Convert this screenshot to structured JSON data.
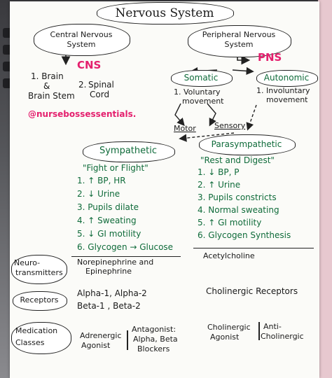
{
  "title": "Nervous System",
  "cns": {
    "label_line1": "Central Nervous",
    "label_line2": "System",
    "abbr": "CNS",
    "brain_num": "1. Brain",
    "brain_and": "&",
    "brain_stem": "Brain Stem",
    "spinal_num": "2.",
    "spinal_1": "Spinal",
    "spinal_2": "Cord"
  },
  "pns": {
    "label_line1": "Peripheral Nervous",
    "label_line2": "System",
    "abbr": "PNS"
  },
  "watermark": "@nursebossessentials.",
  "somatic": {
    "label": "Somatic",
    "item_1": "1. Voluntary",
    "item_2": "movement"
  },
  "autonomic": {
    "label": "Autonomic",
    "item_1": "1. Involuntary",
    "item_2": "movement"
  },
  "motor": "Motor",
  "sensory": "Sensory",
  "sympathetic": {
    "label": "Sympathetic",
    "subtitle": "\"Fight or Flight\"",
    "items": [
      "1. ↑ BP, HR",
      "2. ↓ Urine",
      "3. Pupils dilate",
      "4. ↑ Sweating",
      "5. ↓ GI motility",
      "6. Glycogen → Glucose"
    ]
  },
  "parasympathetic": {
    "label": "Parasympathetic",
    "subtitle": "\"Rest and Digest\"",
    "items": [
      "1. ↓ BP, P",
      "2. ↑ Urine",
      "3. Pupils constricts",
      "4. Normal sweating",
      "5. ↑ GI motility",
      "6. Glycogen Synthesis"
    ]
  },
  "neurotransmitters": {
    "label_1": "Neuro-",
    "label_2": "transmitters",
    "symp_1": "Norepinephrine and",
    "symp_2": "Epinephrine",
    "para": "Acetylcholine"
  },
  "receptors": {
    "label": "Receptors",
    "symp_1": "Alpha-1, Alpha-2",
    "symp_2": "Beta-1 , Beta-2",
    "para": "Cholinergic Receptors"
  },
  "medication": {
    "label_1": "Medication",
    "label_2": "Classes",
    "symp_a_1": "Adrenergic",
    "symp_a_2": "Agonist",
    "symp_b_1": "Antagonist:",
    "symp_b_2": "Alpha, Beta",
    "symp_b_3": "Blockers",
    "para_a_1": "Cholinergic",
    "para_a_2": "Agonist",
    "para_b_1": "Anti-",
    "para_b_2": "Cholinergic"
  },
  "colors": {
    "green": "#0f6b3a",
    "pink": "#e4206e",
    "ink": "#1a1a1a"
  }
}
